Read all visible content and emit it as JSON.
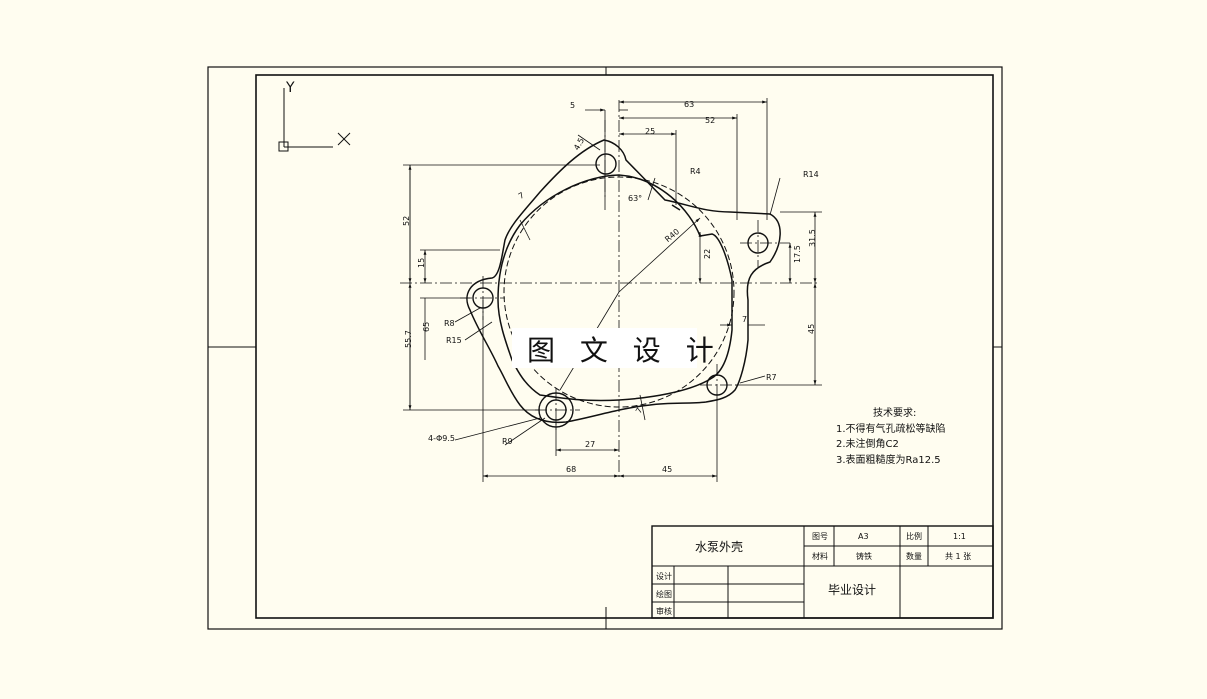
{
  "drawing": {
    "axes": {
      "y_label": "Y",
      "x_label": "X"
    },
    "watermark": "图 文 设 计",
    "dimensions": {
      "top_5": "5",
      "top_63": "63",
      "top_52": "52",
      "top_25": "25",
      "chamfer_45": "4.5",
      "r4": "R4",
      "r14": "R14",
      "r40": "R40",
      "angle_63": "63°",
      "left_52": "52",
      "left_15": "15",
      "left_55_7": "55.7",
      "left_65": "65",
      "right_22": "22",
      "right_17_5": "17.5",
      "right_31_5": "31.5",
      "right_45": "45",
      "mid_7": "7",
      "wall_7_top": "7",
      "wall_7_bottom": "7",
      "r8": "R8",
      "r15": "R15",
      "r7": "R7",
      "r9": "R9",
      "holes": "4-Φ9.5",
      "bottom_27": "27",
      "bottom_68": "68",
      "bottom_45": "45"
    },
    "requirements": {
      "title": "技术要求:",
      "items": [
        "1.不得有气孔疏松等缺陷",
        "2.未注倒角C2",
        "3.表面粗糙度为Ra12.5"
      ]
    },
    "title_block": {
      "part_name": "水泵外壳",
      "drawing_no_label": "图号",
      "drawing_no_value": "A3",
      "scale_label": "比例",
      "scale_value": "1:1",
      "material_label": "材料",
      "material_value": "铸铁",
      "qty_label": "数量",
      "qty_value": "共 1 张",
      "design_label": "设计",
      "draw_label": "绘图",
      "check_label": "审核",
      "project": "毕业设计"
    }
  }
}
